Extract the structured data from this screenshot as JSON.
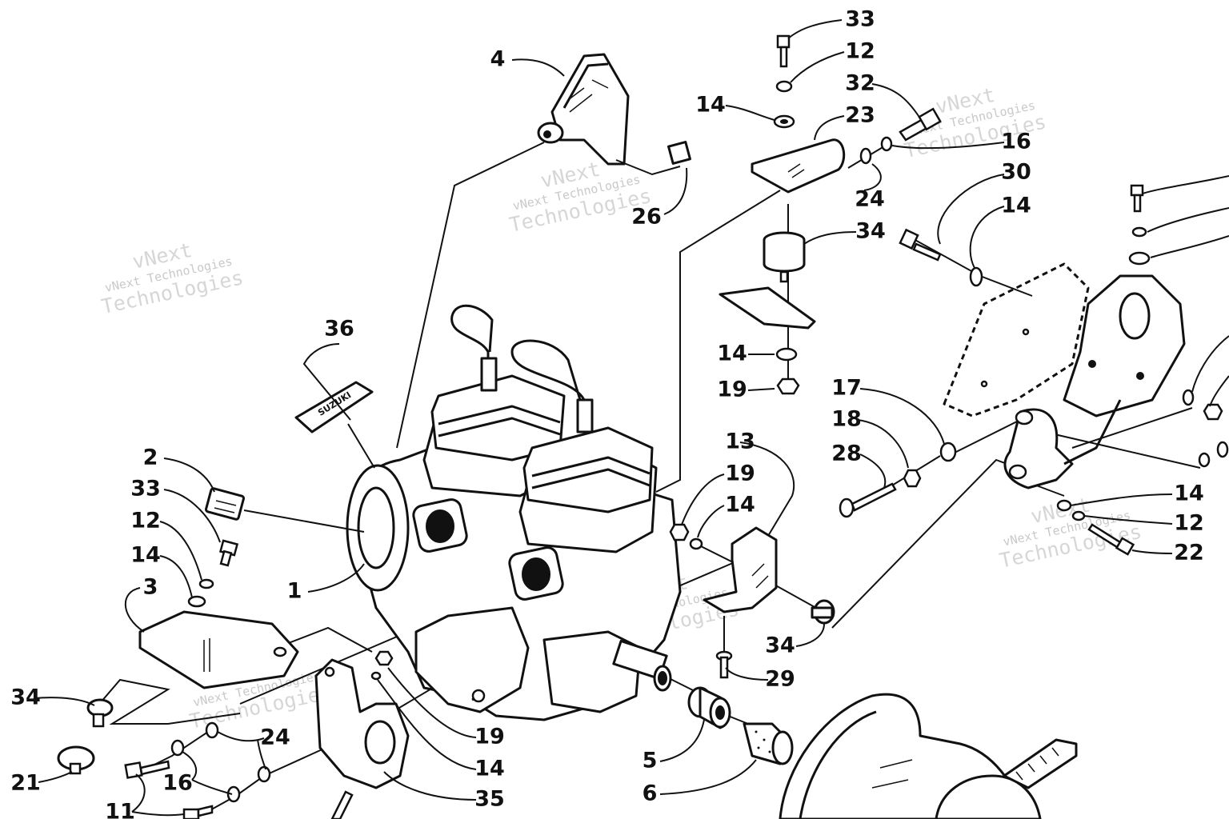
{
  "diagram": {
    "callouts": [
      {
        "id": "c33a",
        "text": "33"
      },
      {
        "id": "c12a",
        "text": "12"
      },
      {
        "id": "c32",
        "text": "32"
      },
      {
        "id": "c14a",
        "text": "14"
      },
      {
        "id": "c23",
        "text": "23"
      },
      {
        "id": "c16a",
        "text": "16"
      },
      {
        "id": "c24a",
        "text": "24"
      },
      {
        "id": "c26",
        "text": "26"
      },
      {
        "id": "c4",
        "text": "4"
      },
      {
        "id": "c34a",
        "text": "34"
      },
      {
        "id": "c30",
        "text": "30"
      },
      {
        "id": "c14b",
        "text": "14"
      },
      {
        "id": "c36",
        "text": "36"
      },
      {
        "id": "c14c",
        "text": "14"
      },
      {
        "id": "c19a",
        "text": "19"
      },
      {
        "id": "c17",
        "text": "17"
      },
      {
        "id": "c18",
        "text": "18"
      },
      {
        "id": "c28",
        "text": "28"
      },
      {
        "id": "c13",
        "text": "13"
      },
      {
        "id": "c19b",
        "text": "19"
      },
      {
        "id": "c14d",
        "text": "14"
      },
      {
        "id": "c2",
        "text": "2"
      },
      {
        "id": "c33b",
        "text": "33"
      },
      {
        "id": "c12b",
        "text": "12"
      },
      {
        "id": "c14e",
        "text": "14"
      },
      {
        "id": "c1",
        "text": "1"
      },
      {
        "id": "c3",
        "text": "3"
      },
      {
        "id": "c14f",
        "text": "14"
      },
      {
        "id": "c12c",
        "text": "12"
      },
      {
        "id": "c22",
        "text": "22"
      },
      {
        "id": "c34b",
        "text": "34"
      },
      {
        "id": "c29",
        "text": "29"
      },
      {
        "id": "c34c",
        "text": "34"
      },
      {
        "id": "c24b",
        "text": "24"
      },
      {
        "id": "c19c",
        "text": "19"
      },
      {
        "id": "c14g",
        "text": "14"
      },
      {
        "id": "c5",
        "text": "5"
      },
      {
        "id": "c6",
        "text": "6"
      },
      {
        "id": "c21",
        "text": "21"
      },
      {
        "id": "c16b",
        "text": "16"
      },
      {
        "id": "c35",
        "text": "35"
      },
      {
        "id": "c11",
        "text": "11"
      }
    ],
    "label_plate_text": "SUZUKI",
    "watermark": {
      "line1": "vNext Technologies",
      "line2": "vNext",
      "line3": "Technologies"
    }
  }
}
